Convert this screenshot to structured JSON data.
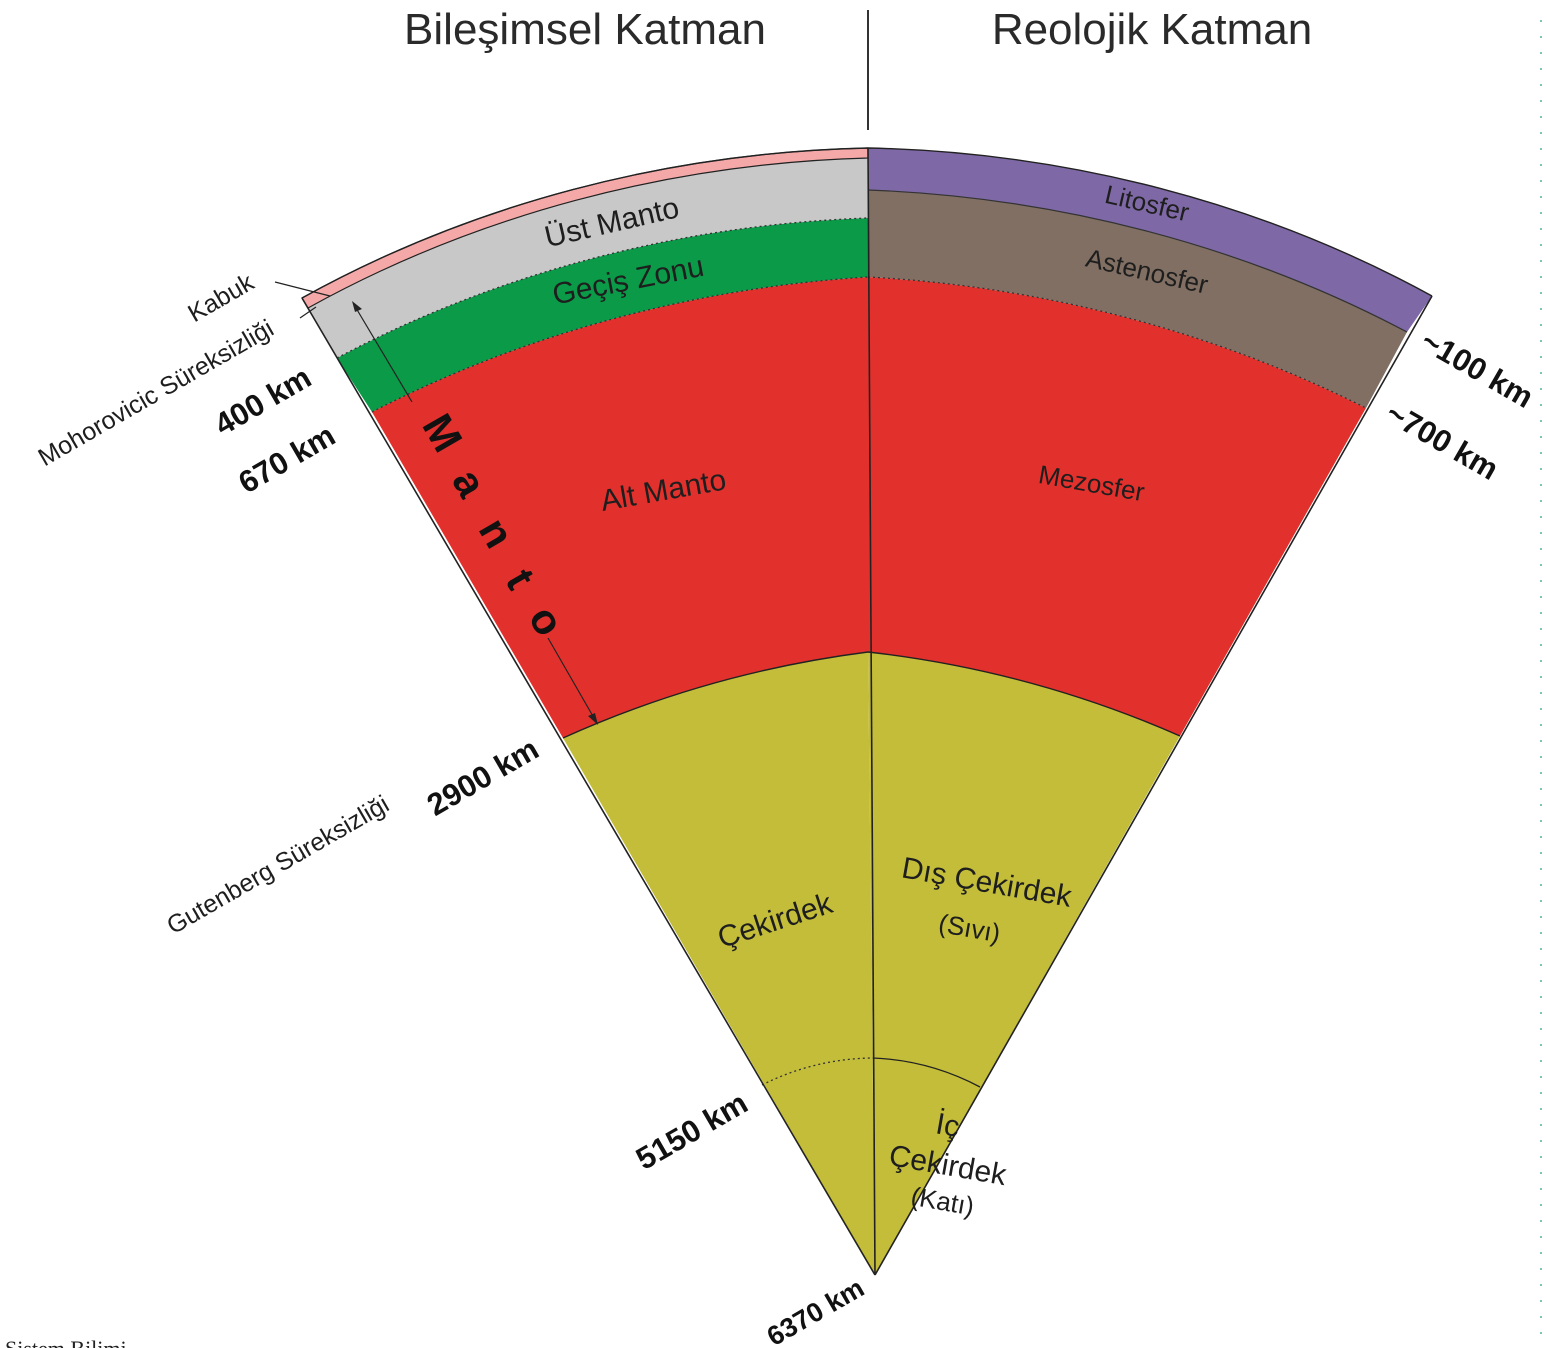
{
  "headers": {
    "left": "Bileşimsel Katman",
    "right": "Reolojik Katman"
  },
  "colors": {
    "kabuk": "#f4a9a8",
    "ust_manto": "#c8c8c8",
    "gecis_zonu": "#0a9a48",
    "alt_manto": "#e2312d",
    "cekirdek": "#c3bd3a",
    "litosfer": "#7e69a6",
    "astenosfer": "#806f62"
  },
  "composition": {
    "ust_manto": "Üst Manto",
    "gecis_zonu": "Geçiş Zonu",
    "alt_manto": "Alt Manto",
    "cekirdek": "Çekirdek",
    "manto_letters": [
      "M",
      "a",
      "n",
      "t",
      "o"
    ]
  },
  "rheology": {
    "litosfer": "Litosfer",
    "astenosfer": "Astenosfer",
    "mezosfer": "Mezosfer",
    "dis_cekirdek": "Dış Çekirdek",
    "dis_cekirdek_state": "(Sıvı)",
    "ic_line1": "İç",
    "ic_line2": "Çekirdek",
    "ic_state": "(Katı)"
  },
  "boundaries": {
    "kabuk": "Kabuk",
    "moho": "Mohorovicic Süreksizliği",
    "gutenberg": "Gutenberg Süreksizliği"
  },
  "depths": {
    "d400": "400 km",
    "d670": "670 km",
    "d2900": "2900 km",
    "d5150": "5150 km",
    "d6370": "6370 km",
    "d100": "~100 km",
    "d700": "~700 km"
  },
  "footer": "Sistem Bilimi"
}
